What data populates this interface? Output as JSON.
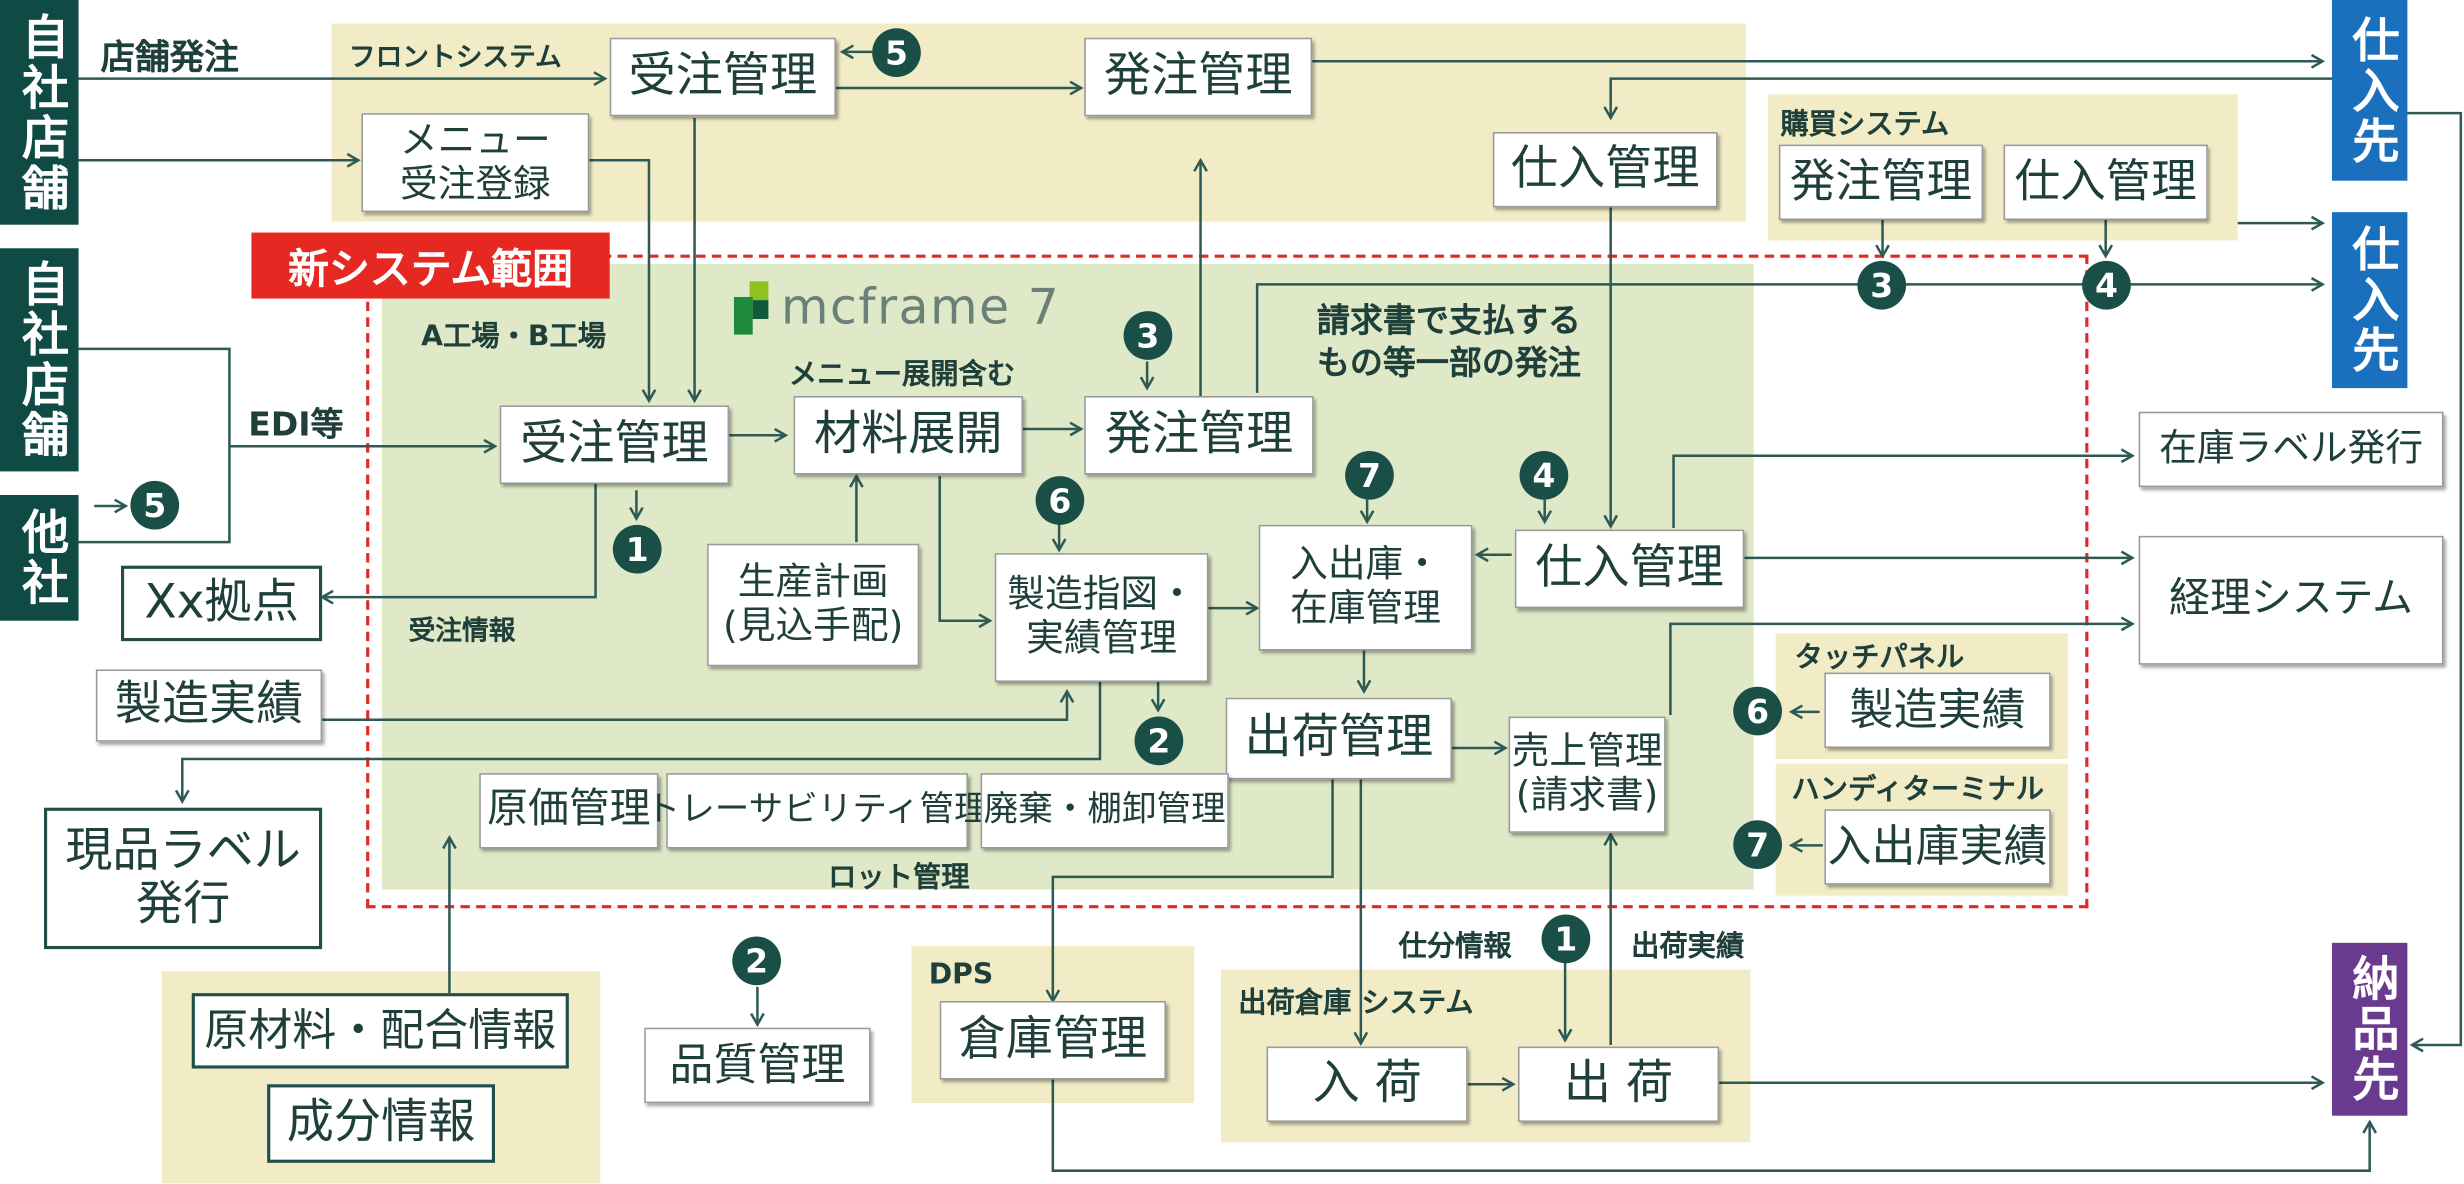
{
  "scope_label": "新システム範囲",
  "logo_text": "mcframe 7",
  "colors": {
    "scope_red": "#e52821",
    "store_teal": "#0f4a45",
    "supplier_blue": "#1a70bd",
    "delivery_purple": "#6a3a8f",
    "panel_tan": "#f2ecc6",
    "panel_green": "#dfe8c7",
    "line": "#2d5a55"
  },
  "panels": {
    "front": "フロントシステム",
    "factory": "A工場・B工場",
    "purchase": "購買システム",
    "touch": "タッチパネル",
    "handy": "ハンディターミナル",
    "dps": "DPS",
    "shipwh": "出荷倉庫 システム"
  },
  "external": {
    "own_store_1": "自社店舗",
    "own_store_2": "自社店舗",
    "other": "他社",
    "supplier_1": "仕入先",
    "supplier_2": "仕入先",
    "delivery": "納品先"
  },
  "nodes": {
    "front_order": "受注管理",
    "front_menu": "メニュー\n受注登録",
    "front_hatchu": "発注管理",
    "shiire_top": "仕入管理",
    "purchase_hatchu": "発注管理",
    "purchase_shiire": "仕入管理",
    "juchu": "受注管理",
    "zairyo": "材料展開",
    "hatchu": "発注管理",
    "seisan": "生産計画\n(見込手配)",
    "seizo": "製造指図・\n実績管理",
    "nyushukko": "入出庫・\n在庫管理",
    "shiire": "仕入管理",
    "shukka": "出荷管理",
    "uriage": "売上管理\n(請求書)",
    "genka": "原価管理",
    "trace": "トレーサビリティ管理",
    "haiki": "廃棄・棚卸管理",
    "xx": "Xx拠点",
    "seizo_jisseki_ext": "製造実績",
    "genpin": "現品ラベル\n発行",
    "genzairyo": "原材料・配合情報",
    "seibun": "成分情報",
    "hinshitsu": "品質管理",
    "souko": "倉庫管理",
    "nyuka": "入 荷",
    "shuka2": "出 荷",
    "zaiko_label": "在庫ラベル発行",
    "keiri": "経理システム",
    "touch_seizo": "製造実績",
    "handy_nyushukko": "入出庫実績"
  },
  "labels": {
    "tenpo_hatchu": "店舗発注",
    "edi": "EDI等",
    "menu_tenkai": "メニュー展開含む",
    "seikyu_note_1": "請求書で支払する",
    "seikyu_note_2": "もの等一部の発注",
    "juchu_joho": "受注情報",
    "lot": "ロット管理",
    "shiwake": "仕分情報",
    "shukka_jisseki": "出荷実績"
  },
  "badges": {
    "b5_front": "5",
    "b5_other": "5",
    "b3_hatchu": "3",
    "b3_purchase": "3",
    "b4_purchase": "4",
    "b4_shiire": "4",
    "b7_nyushukko": "7",
    "b6_seizo": "6",
    "b1_juchu": "1",
    "b2_seizo": "2",
    "b6_touch": "6",
    "b7_handy": "7",
    "b2_hinshitsu": "2",
    "b1_shiwake": "1"
  }
}
